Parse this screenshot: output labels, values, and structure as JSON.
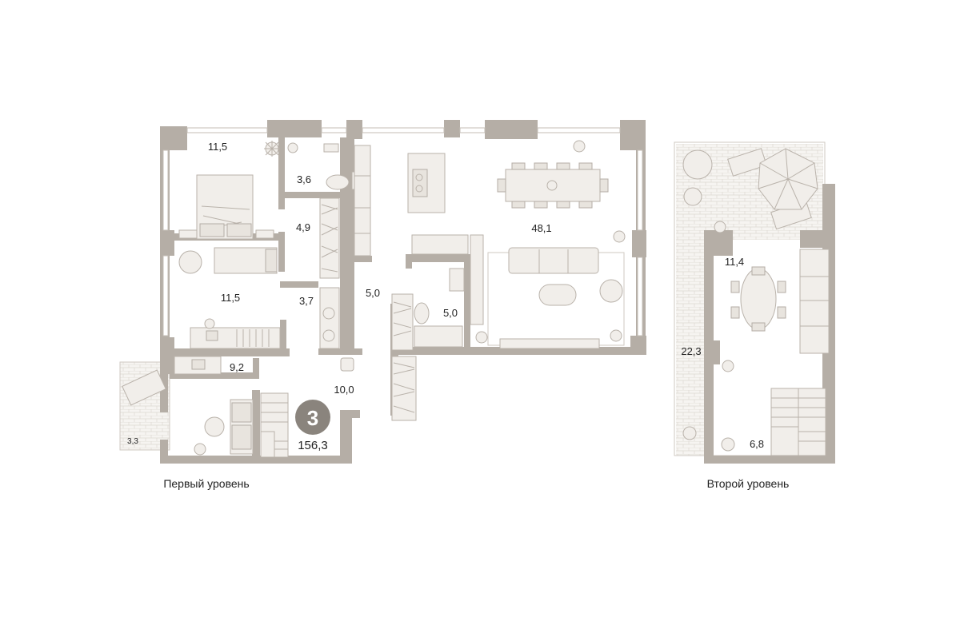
{
  "plan": {
    "rooms_count": "3",
    "total_area": "156,3",
    "levels": {
      "first": "Первый уровень",
      "second": "Второй уровень"
    },
    "areas": {
      "bedroom_top": "11,5",
      "bath_small": "3,6",
      "corridor_wardrobe": "4,9",
      "bedroom_mid": "11,5",
      "dressing": "3,7",
      "corridor_main": "5,0",
      "bath_center": "5,0",
      "living_kitchen": "48,1",
      "office": "9,2",
      "hall": "10,0",
      "balcony": "3,3",
      "upper_room": "11,4",
      "terrace": "22,3",
      "upper_stair": "6,8"
    }
  },
  "colors": {
    "wall": "#b5aea6",
    "furniture_fill": "#f1eeea",
    "badge": "#8a847d"
  }
}
